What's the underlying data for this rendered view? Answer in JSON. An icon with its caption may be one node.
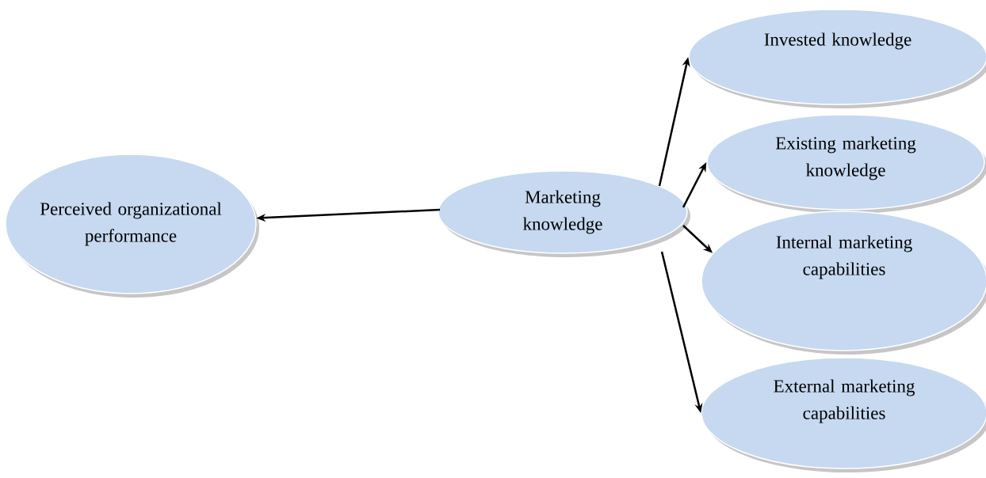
{
  "diagram": {
    "nodes": [
      {
        "text": [
          "Perceived organizational performance"
        ]
      },
      {
        "text": [
          "Marketing knowledge"
        ]
      },
      {
        "text": [
          "Invested knowledge"
        ]
      },
      {
        "text": [
          "Existing marketing knowledge"
        ]
      },
      {
        "text": [
          "Internal marketing capabilities"
        ]
      },
      {
        "text": [
          "External marketing capabilities"
        ]
      }
    ],
    "edges": [
      {
        "from": 1,
        "to": 0,
        "arrow": "to"
      },
      {
        "from": 1,
        "to": 2,
        "arrow": "to"
      },
      {
        "from": 1,
        "to": 3,
        "arrow": "to"
      },
      {
        "from": 1,
        "to": 4,
        "arrow": "to"
      },
      {
        "from": 1,
        "to": 5,
        "arrow": "to"
      }
    ]
  }
}
